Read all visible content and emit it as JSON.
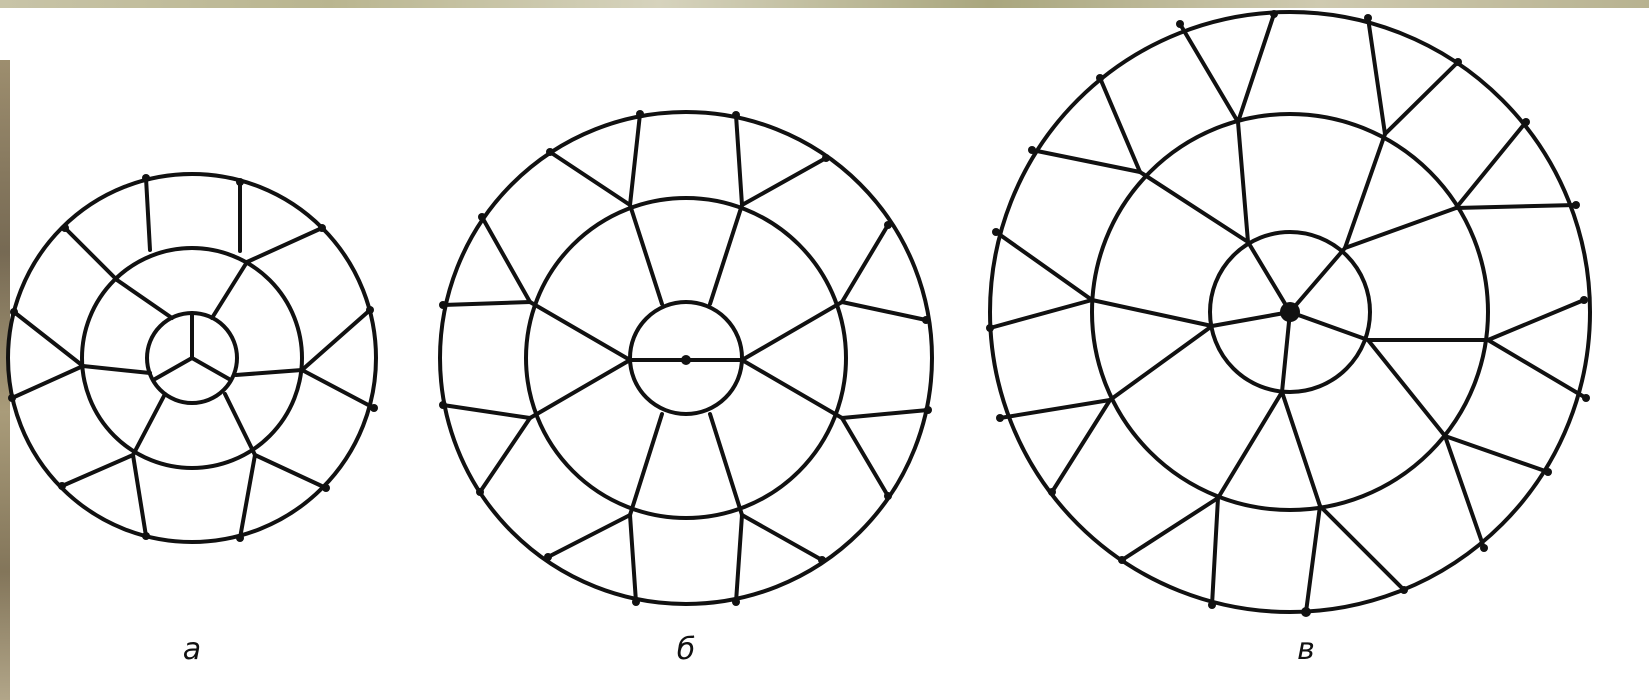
{
  "captions": {
    "a": "а",
    "b": "б",
    "v": "в"
  },
  "colors": {
    "ink": "#111111",
    "paper": "#ffffff"
  }
}
